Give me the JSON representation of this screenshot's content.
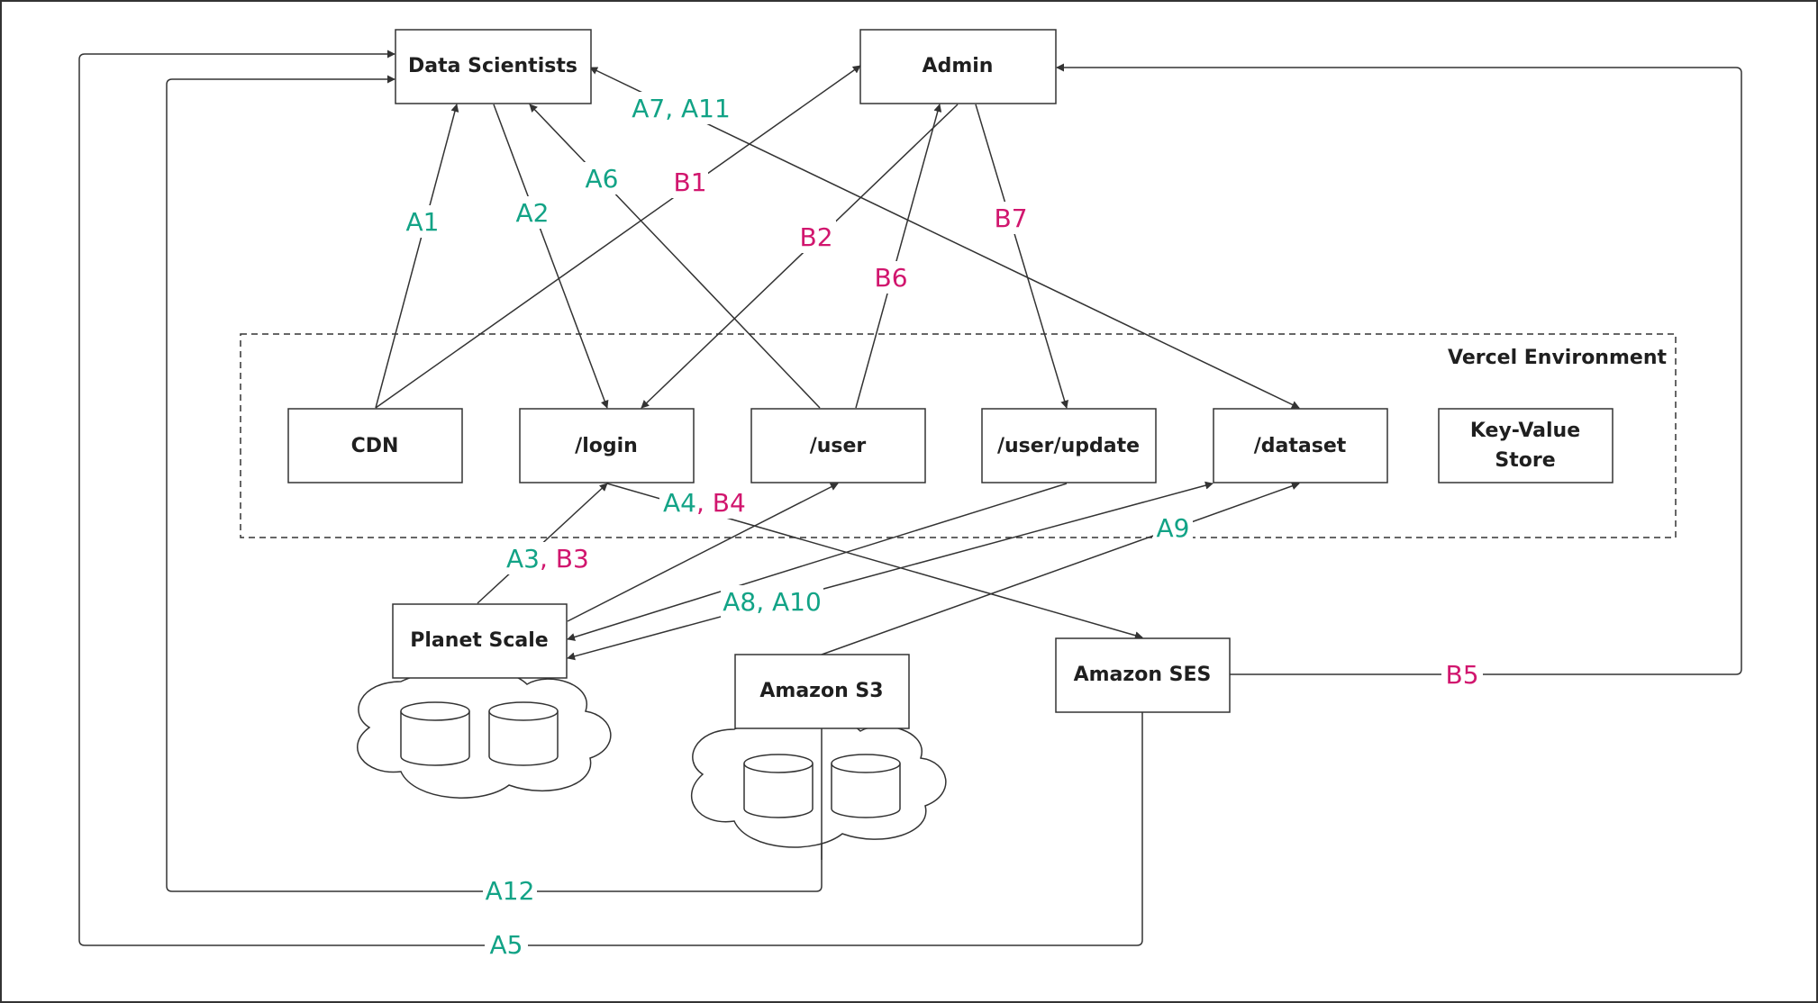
{
  "diagram": {
    "nodes": {
      "data_scientists": "Data Scientists",
      "admin": "Admin",
      "cdn": "CDN",
      "login": "/login",
      "user": "/user",
      "user_update": "/user/update",
      "dataset": "/dataset",
      "kv_line1": "Key-Value",
      "kv_line2": "Store",
      "planet_scale": "Planet Scale",
      "amazon_s3": "Amazon S3",
      "amazon_ses": "Amazon SES"
    },
    "environment_label": "Vercel Environment",
    "edge_labels": {
      "a1": "A1",
      "a2": "A2",
      "a6": "A6",
      "a7_a11": "A7, A11",
      "b1": "B1",
      "b2": "B2",
      "b6": "B6",
      "b7": "B7",
      "a4": "A4",
      "b4": ", B4",
      "a3": "A3",
      "b3": ", B3",
      "a8_a10": "A8, A10",
      "a9": "A9",
      "b5": "B5",
      "a12": "A12",
      "a5": "A5"
    },
    "colors": {
      "a_flow": "#12a386",
      "b_flow": "#d1166e",
      "stroke": "#333333"
    }
  }
}
